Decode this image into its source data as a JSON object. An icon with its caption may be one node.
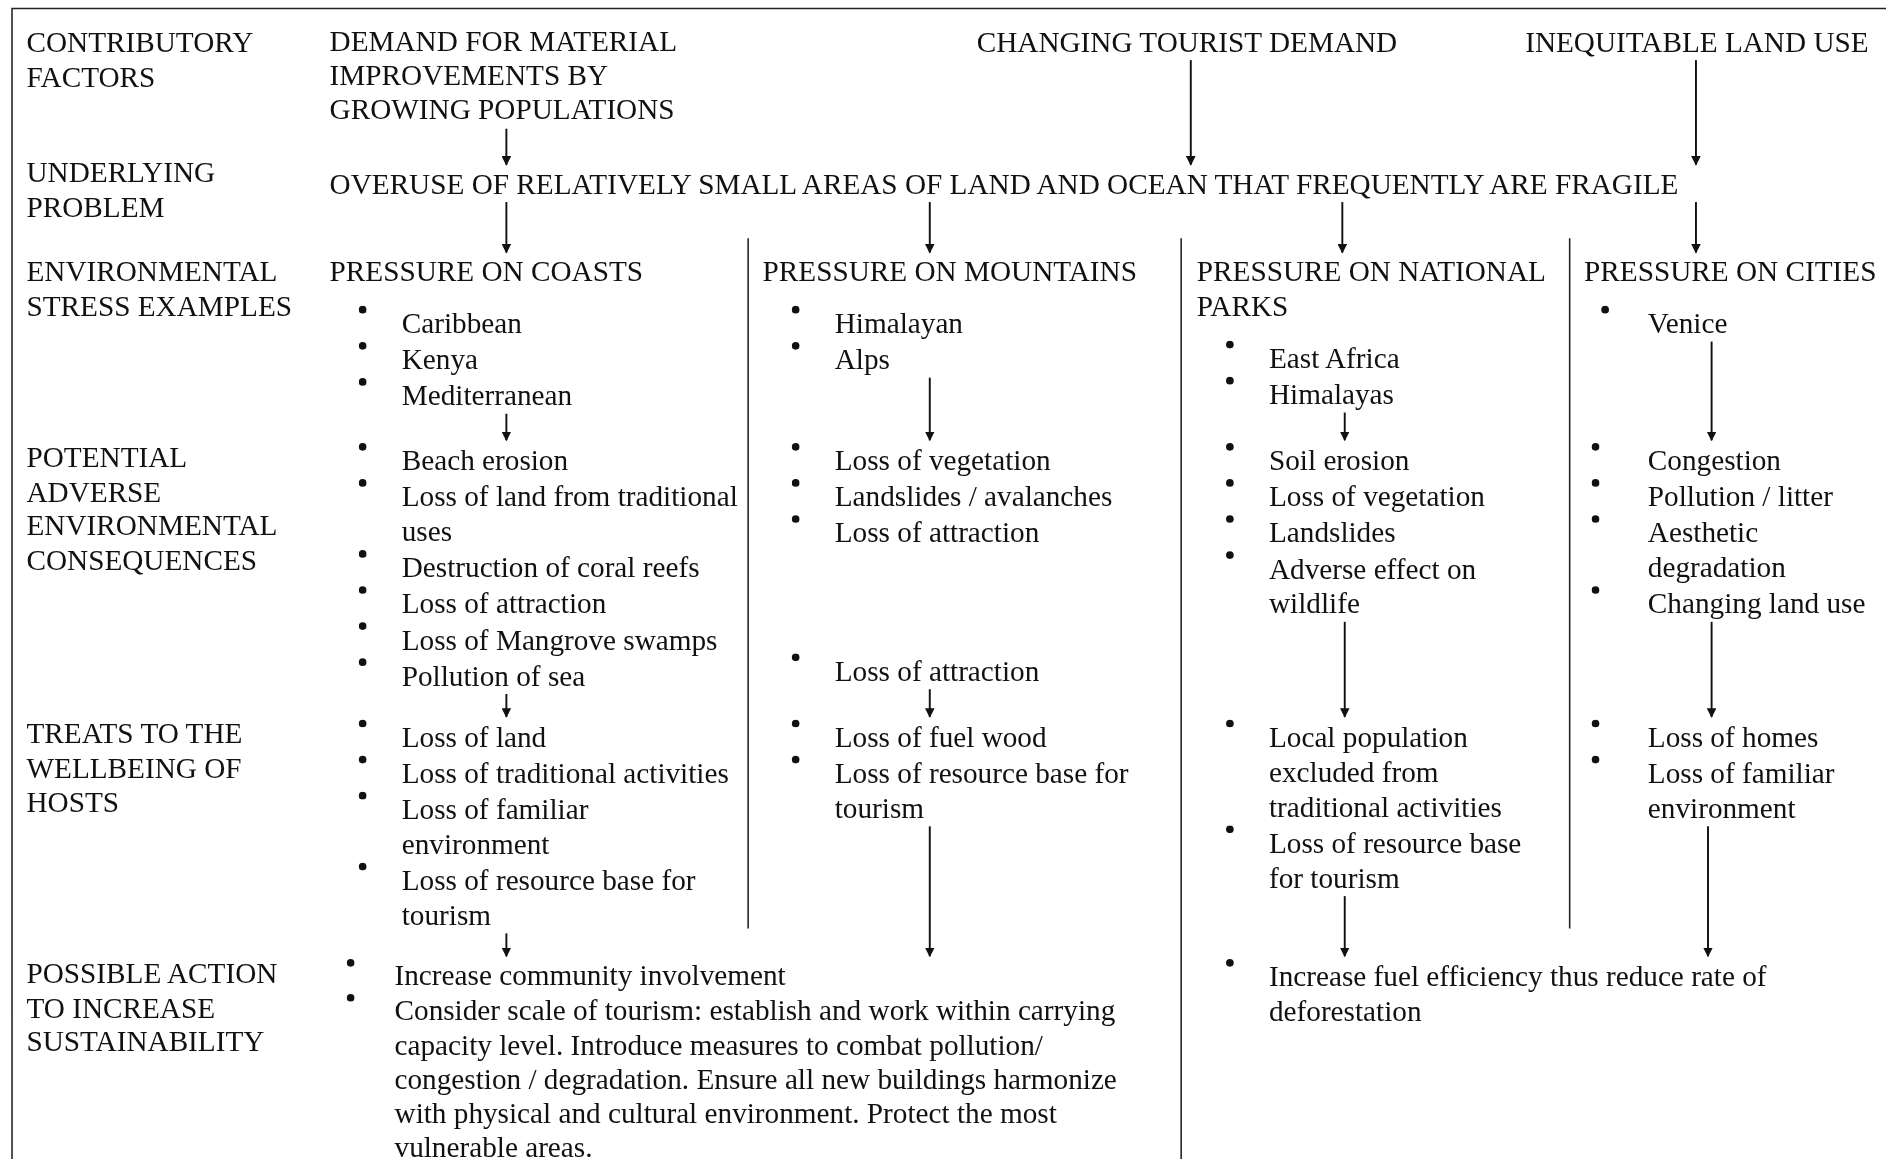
{
  "diagram": {
    "nodes": [
      {
        "text": [
          "DEMAND FOR MATERIAL IMPROVEMENTS BY GROWING POPULATIONS"
        ]
      },
      {
        "text": [
          "CHANGING TOURIST DEMAND"
        ]
      },
      {
        "text": [
          "INEQUITABLE LAND USE"
        ]
      },
      {
        "text": [
          "OVERUSE OF RELATIVELY SMALL AREAS OF LAND AND OCEAN THAT FREQUENTLY ARE FRAGILE"
        ]
      },
      {
        "text": [
          "PRESSURE ON COASTS",
          "Caribbean",
          "Kenya",
          "Mediterranean"
        ]
      },
      {
        "text": [
          "PRESSURE ON MOUNTAINS",
          "Himalayan",
          "Alps"
        ]
      },
      {
        "text": [
          "PRESSURE ON NATIONAL PARKS",
          "East Africa",
          "Himalayas"
        ]
      },
      {
        "text": [
          "PRESSURE ON CITIES",
          "Venice"
        ]
      },
      {
        "text": [
          "Beach erosion",
          "Loss of land from traditional uses",
          "Destruction of coral reefs",
          "Loss of attraction",
          "Loss of Mangrove swamps",
          "Pollution of sea"
        ]
      },
      {
        "text": [
          "Loss of vegetation",
          "Landslides / avalanches",
          "Loss of attraction",
          "Loss of attraction"
        ]
      },
      {
        "text": [
          "Soil erosion",
          "Loss of vegetation",
          "Landslides",
          "Adverse effect on wildlife"
        ]
      },
      {
        "text": [
          "Congestion",
          "Pollution / litter",
          "Aesthetic degradation",
          "Changing land use"
        ]
      },
      {
        "text": [
          "Loss of land",
          "Loss of traditional activities",
          "Loss of familiar environment",
          "Loss of resource base for tourism"
        ]
      },
      {
        "text": [
          "Loss of fuel wood",
          "Loss of resource base for tourism"
        ]
      },
      {
        "text": [
          "Local population excluded from traditional activities",
          "Loss of resource base for tourism"
        ]
      },
      {
        "text": [
          "Loss of homes",
          "Loss of familiar environment"
        ]
      },
      {
        "text": [
          "Increase community involvement",
          "Consider scale of tourism: establish and work within carrying capacity level. Introduce measures to combat pollution/ congestion / degradation. Ensure all new buildings harmonize with physical and cultural environment. Protect the most vulnerable areas."
        ]
      },
      {
        "text": [
          "Increase fuel efficiency thus reduce rate of deforestation"
        ]
      }
    ],
    "edges": [
      {
        "from": 0,
        "to": 3,
        "arrow": "to"
      },
      {
        "from": 1,
        "to": 3,
        "arrow": "to"
      },
      {
        "from": 2,
        "to": 3,
        "arrow": "to"
      },
      {
        "from": 3,
        "to": 4,
        "arrow": "to"
      },
      {
        "from": 3,
        "to": 5,
        "arrow": "to"
      },
      {
        "from": 3,
        "to": 6,
        "arrow": "to"
      },
      {
        "from": 3,
        "to": 7,
        "arrow": "to"
      },
      {
        "from": 4,
        "to": 8,
        "arrow": "to"
      },
      {
        "from": 5,
        "to": 9,
        "arrow": "to"
      },
      {
        "from": 6,
        "to": 10,
        "arrow": "to"
      },
      {
        "from": 7,
        "to": 11,
        "arrow": "to"
      },
      {
        "from": 8,
        "to": 12,
        "arrow": "to"
      },
      {
        "from": 9,
        "to": 13,
        "arrow": "to"
      },
      {
        "from": 10,
        "to": 14,
        "arrow": "to"
      },
      {
        "from": 11,
        "to": 15,
        "arrow": "to"
      },
      {
        "from": 12,
        "to": 16,
        "arrow": "to"
      },
      {
        "from": 13,
        "to": 16,
        "arrow": "to"
      },
      {
        "from": 14,
        "to": 17,
        "arrow": "to"
      },
      {
        "from": 15,
        "to": 17,
        "arrow": "to"
      }
    ],
    "labels": [
      "CONTRIBUTORY FACTORS",
      "UNDERLYING PROBLEM",
      "ENVIRONMENTAL STRESS EXAMPLES",
      "POTENTIAL ADVERSE ENVIRONMENTAL CONSEQUENCES",
      "TREATS TO THE WELLBEING OF HOSTS",
      "POSSIBLE ACTION TO INCREASE SUSTAINABILITY"
    ]
  }
}
